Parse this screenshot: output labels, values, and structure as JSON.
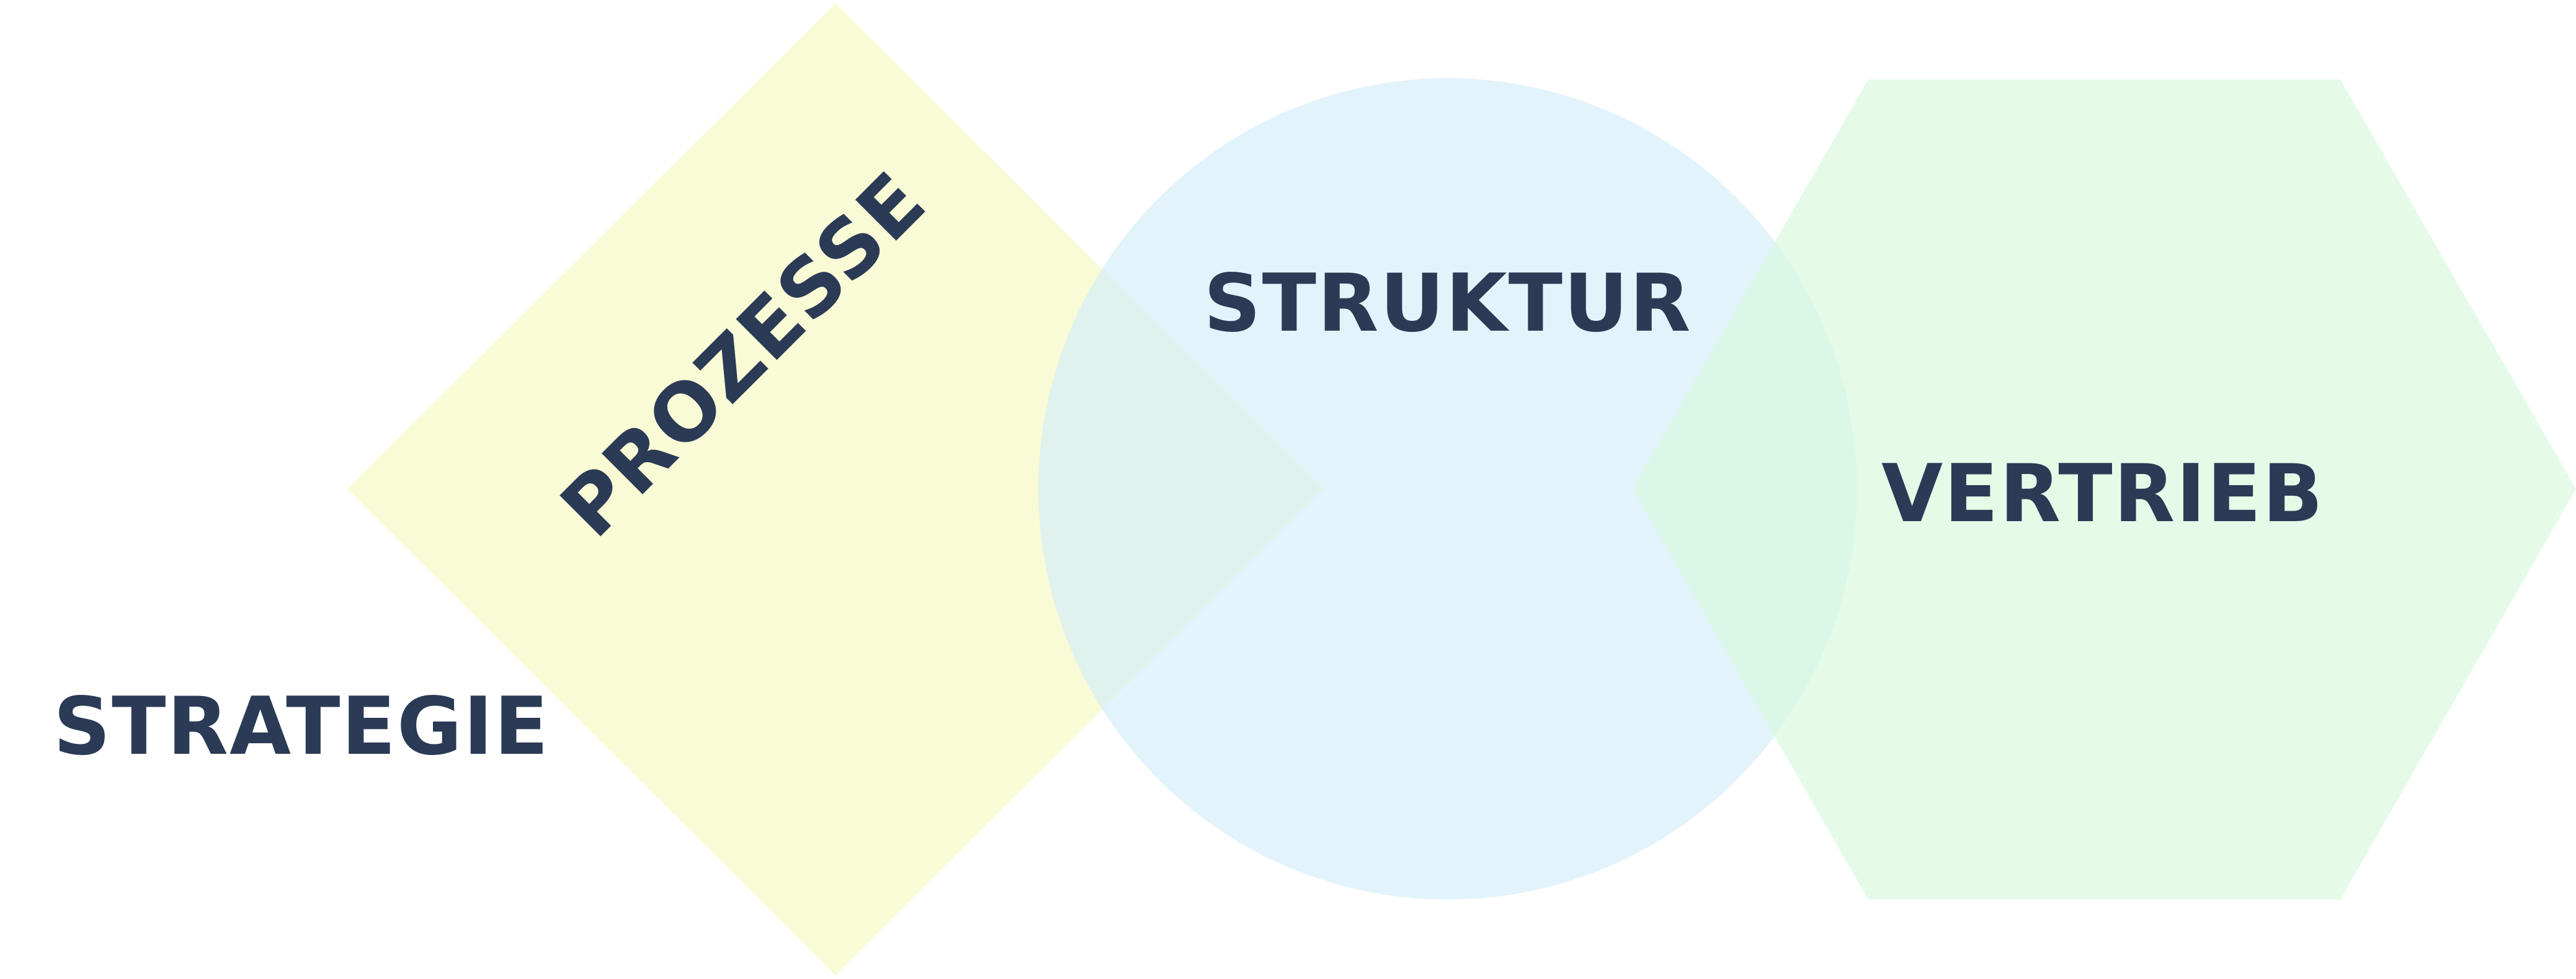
{
  "diagram": {
    "shapes": {
      "diamond": {
        "label": "PROZESSE",
        "fill": "#f5f9c4"
      },
      "circle": {
        "label": "STRUKTUR",
        "fill": "#d3ecf9"
      },
      "hexagon": {
        "label": "VERTRIEB",
        "fill": "#d7f9dc"
      }
    },
    "free_labels": {
      "strategie": "STRATEGIE"
    },
    "colors": {
      "text": "#2b3a55",
      "diamond_fill": "#f5f9c4",
      "circle_fill": "#d3ecf9",
      "hexagon_fill": "#d7f9dc"
    }
  }
}
